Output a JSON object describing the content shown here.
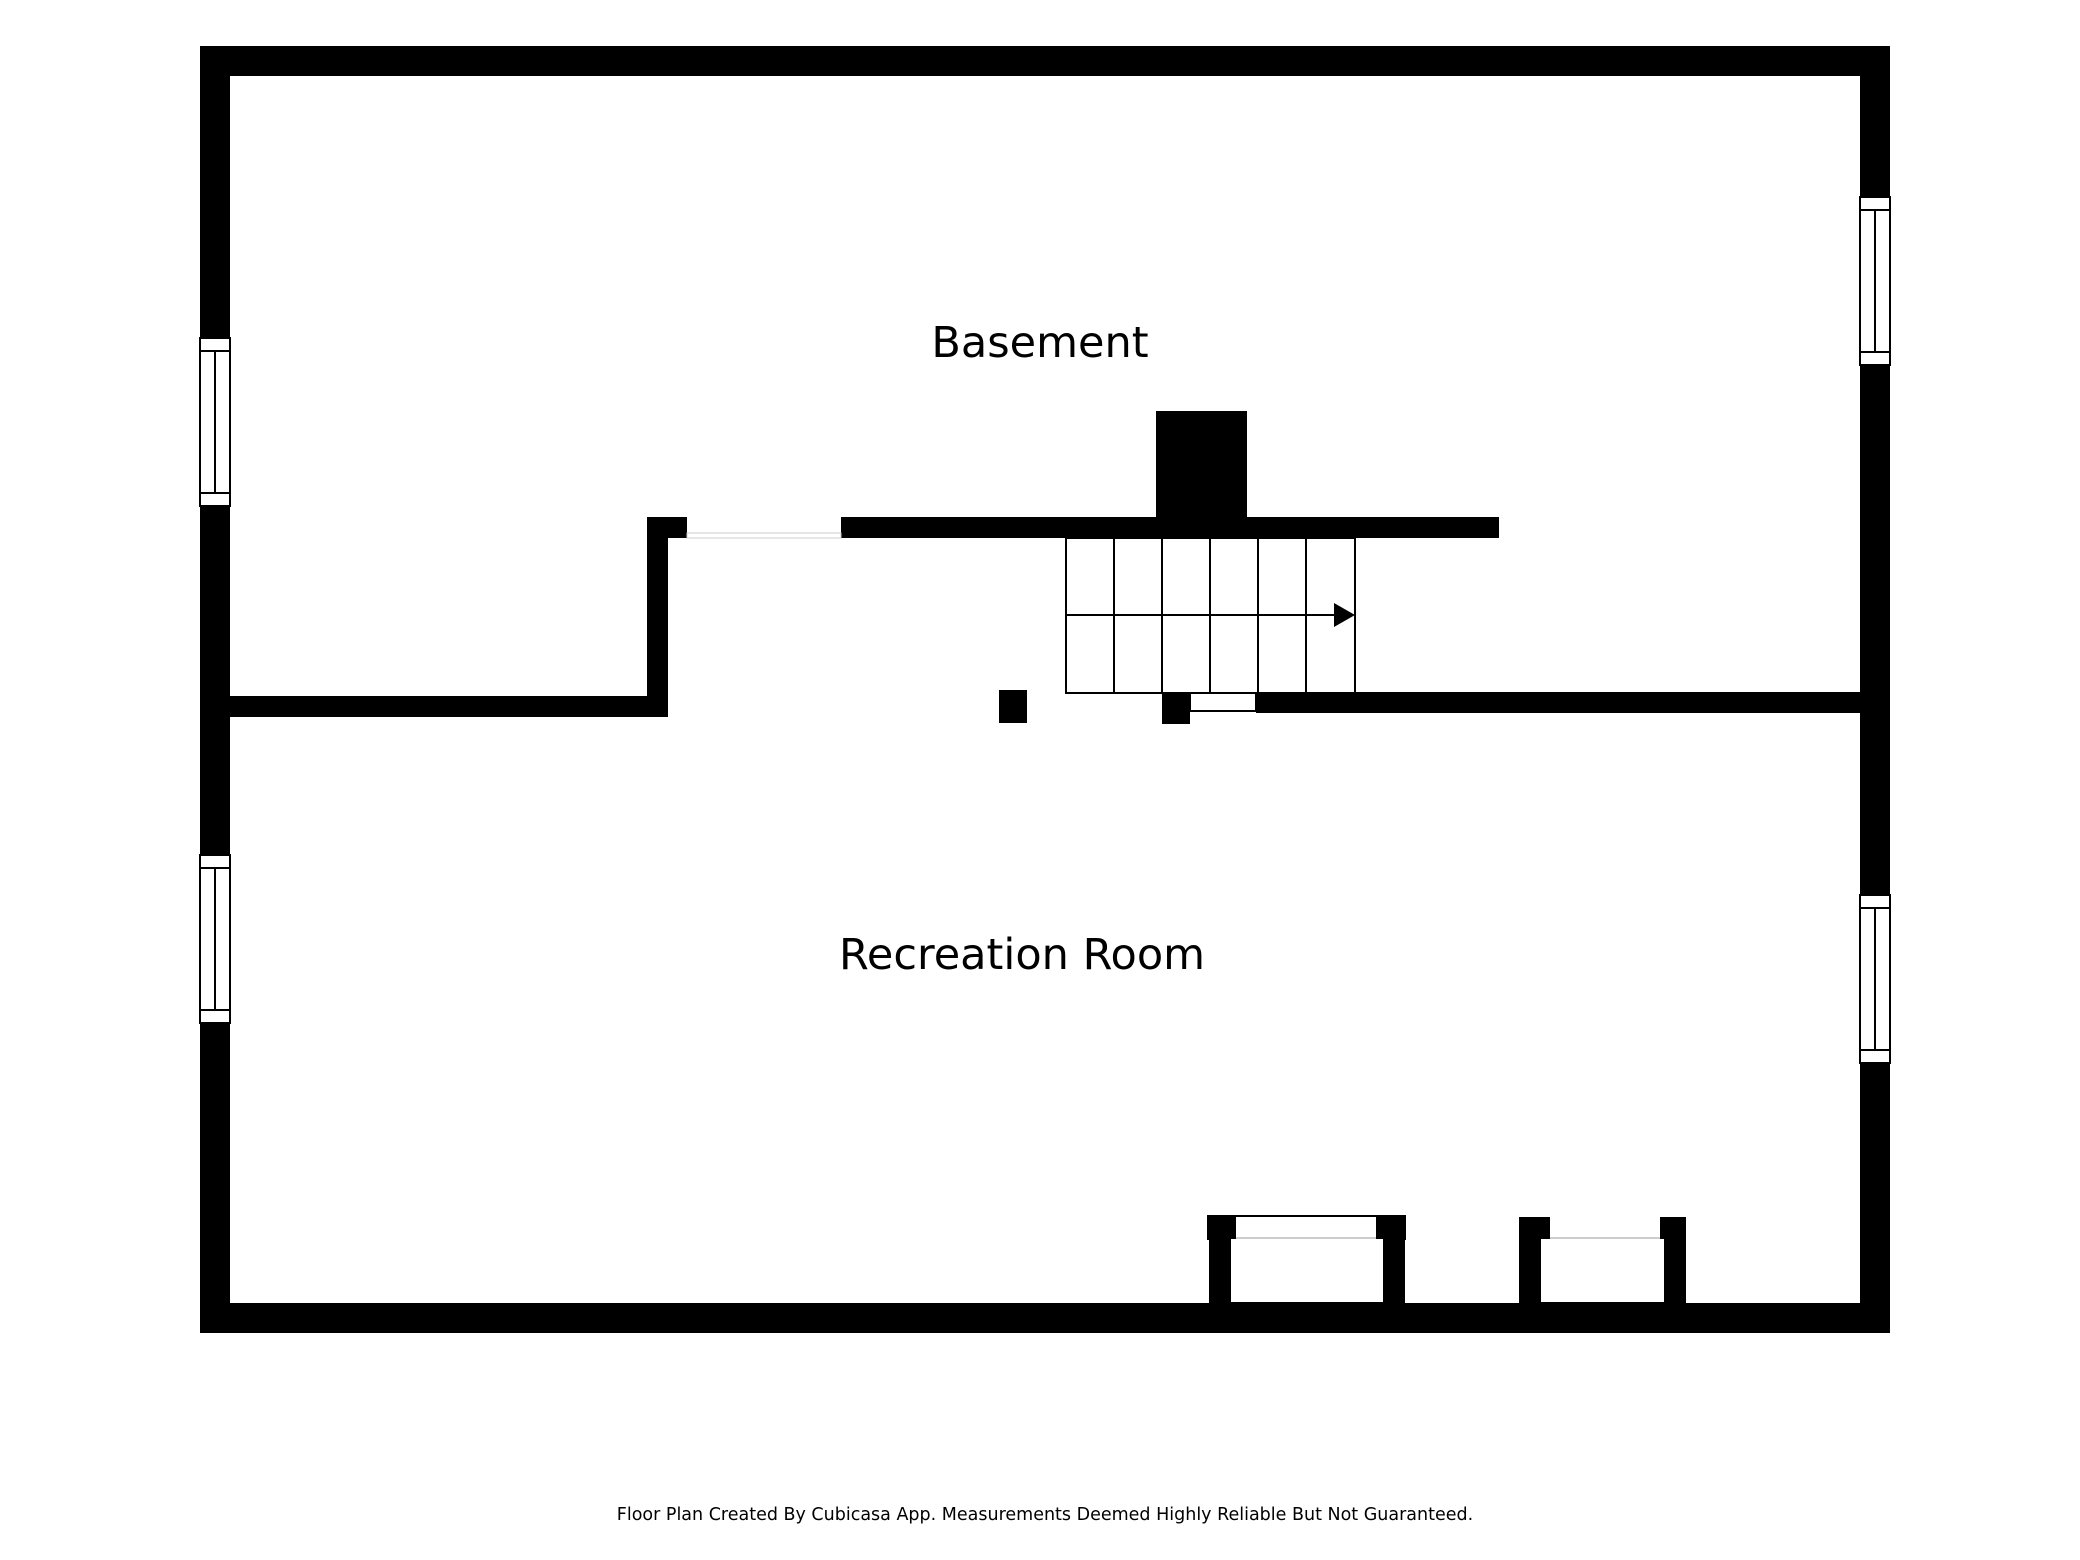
{
  "floor_plan": {
    "rooms": [
      {
        "label": "Basement"
      },
      {
        "label": "Recreation Room"
      }
    ],
    "footer": "Floor Plan Created By Cubicasa App. Measurements Deemed Highly Reliable But Not Guaranteed.",
    "colors": {
      "wall": "#000000",
      "background": "#ffffff",
      "window_frame": "#000000"
    },
    "icons": [
      "stair-direction-arrow-icon"
    ]
  }
}
